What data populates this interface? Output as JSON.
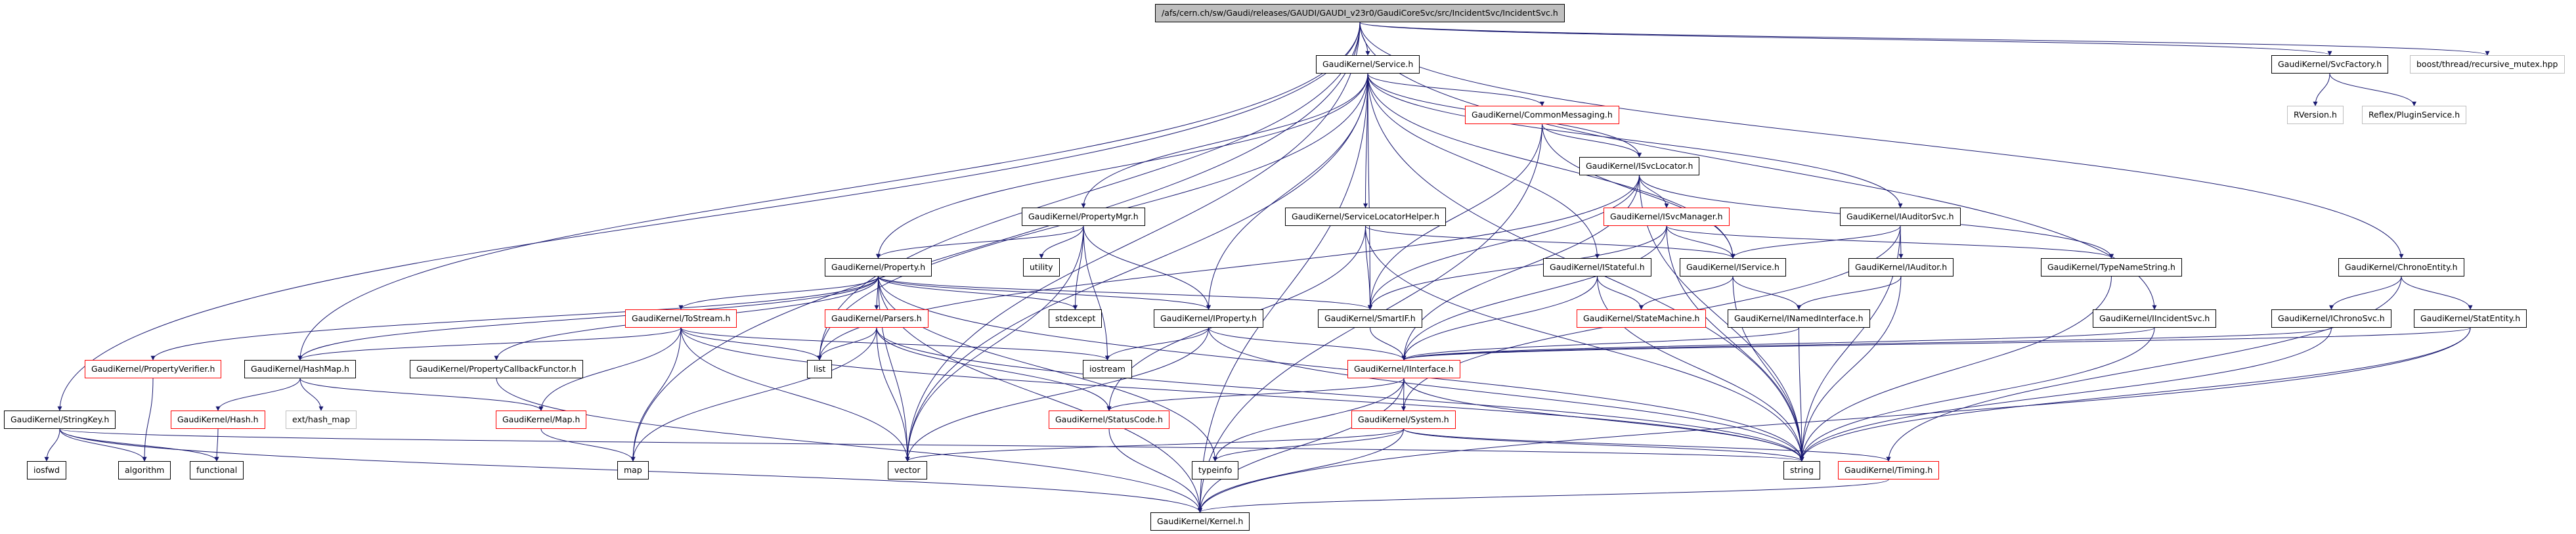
{
  "diagram": {
    "type": "include-dependency-graph",
    "edge_color": "#191970",
    "colors": {
      "root_fill": "#bfbfbf",
      "documented_border": "#000000",
      "truncated_border": "#ff0000",
      "external_border": "#bfbfbf"
    },
    "nodes": [
      {
        "id": "root",
        "label": "/afs/cern.ch/sw/Gaudi/releases/GAUDI/GAUDI_v23r0/GaudiCoreSvc/src/IncidentSvc/IncidentSvc.h",
        "kind": "root"
      },
      {
        "id": "service",
        "label": "GaudiKernel/Service.h",
        "kind": "normal"
      },
      {
        "id": "svcfactory",
        "label": "GaudiKernel/SvcFactory.h",
        "kind": "normal"
      },
      {
        "id": "recmutex",
        "label": "boost/thread/recursive_mutex.hpp",
        "kind": "external"
      },
      {
        "id": "rversion",
        "label": "RVersion.h",
        "kind": "external"
      },
      {
        "id": "pluginsvc",
        "label": "Reflex/PluginService.h",
        "kind": "external"
      },
      {
        "id": "commonmsg",
        "label": "GaudiKernel/CommonMessaging.h",
        "kind": "truncated"
      },
      {
        "id": "isvclocator",
        "label": "GaudiKernel/ISvcLocator.h",
        "kind": "normal"
      },
      {
        "id": "propertymgr",
        "label": "GaudiKernel/PropertyMgr.h",
        "kind": "normal"
      },
      {
        "id": "svclocatorhelper",
        "label": "GaudiKernel/ServiceLocatorHelper.h",
        "kind": "normal"
      },
      {
        "id": "isvcmanager",
        "label": "GaudiKernel/ISvcManager.h",
        "kind": "truncated"
      },
      {
        "id": "iauditorsvc",
        "label": "GaudiKernel/IAuditorSvc.h",
        "kind": "normal"
      },
      {
        "id": "utility",
        "label": "utility",
        "kind": "normal"
      },
      {
        "id": "property",
        "label": "GaudiKernel/Property.h",
        "kind": "normal"
      },
      {
        "id": "istateful",
        "label": "GaudiKernel/IStateful.h",
        "kind": "normal"
      },
      {
        "id": "iservice",
        "label": "GaudiKernel/IService.h",
        "kind": "normal"
      },
      {
        "id": "iauditor",
        "label": "GaudiKernel/IAuditor.h",
        "kind": "normal"
      },
      {
        "id": "typenamestring",
        "label": "GaudiKernel/TypeNameString.h",
        "kind": "normal"
      },
      {
        "id": "chronoentity",
        "label": "GaudiKernel/ChronoEntity.h",
        "kind": "normal"
      },
      {
        "id": "tostream",
        "label": "GaudiKernel/ToStream.h",
        "kind": "truncated"
      },
      {
        "id": "parsers",
        "label": "GaudiKernel/Parsers.h",
        "kind": "truncated"
      },
      {
        "id": "stdexcept",
        "label": "stdexcept",
        "kind": "normal"
      },
      {
        "id": "iproperty",
        "label": "GaudiKernel/IProperty.h",
        "kind": "normal"
      },
      {
        "id": "smartif",
        "label": "GaudiKernel/SmartIF.h",
        "kind": "normal"
      },
      {
        "id": "statemachine",
        "label": "GaudiKernel/StateMachine.h",
        "kind": "truncated"
      },
      {
        "id": "inamedinterface",
        "label": "GaudiKernel/INamedInterface.h",
        "kind": "normal"
      },
      {
        "id": "iincidentsvc",
        "label": "GaudiKernel/IIncidentSvc.h",
        "kind": "normal"
      },
      {
        "id": "ichronosvc",
        "label": "GaudiKernel/IChronoSvc.h",
        "kind": "normal"
      },
      {
        "id": "statentity",
        "label": "GaudiKernel/StatEntity.h",
        "kind": "normal"
      },
      {
        "id": "propverifier",
        "label": "GaudiKernel/PropertyVerifier.h",
        "kind": "truncated"
      },
      {
        "id": "hashmap",
        "label": "GaudiKernel/HashMap.h",
        "kind": "normal"
      },
      {
        "id": "extmap",
        "label": "ext/hash_map",
        "kind": "external"
      },
      {
        "id": "propcallback",
        "label": "GaudiKernel/PropertyCallbackFunctor.h",
        "kind": "normal"
      },
      {
        "id": "list",
        "label": "list",
        "kind": "normal"
      },
      {
        "id": "iostream",
        "label": "iostream",
        "kind": "normal"
      },
      {
        "id": "iinterface",
        "label": "GaudiKernel/IInterface.h",
        "kind": "truncated"
      },
      {
        "id": "stringkey",
        "label": "GaudiKernel/StringKey.h",
        "kind": "normal"
      },
      {
        "id": "hash",
        "label": "GaudiKernel/Hash.h",
        "kind": "truncated"
      },
      {
        "id": "map_h",
        "label": "GaudiKernel/Map.h",
        "kind": "truncated"
      },
      {
        "id": "statuscode",
        "label": "GaudiKernel/StatusCode.h",
        "kind": "truncated"
      },
      {
        "id": "system",
        "label": "GaudiKernel/System.h",
        "kind": "truncated"
      },
      {
        "id": "iosfwd",
        "label": "iosfwd",
        "kind": "normal"
      },
      {
        "id": "algorithm",
        "label": "algorithm",
        "kind": "normal"
      },
      {
        "id": "functional",
        "label": "functional",
        "kind": "normal"
      },
      {
        "id": "map",
        "label": "map",
        "kind": "normal"
      },
      {
        "id": "vector",
        "label": "vector",
        "kind": "normal"
      },
      {
        "id": "typeinfo",
        "label": "typeinfo",
        "kind": "normal"
      },
      {
        "id": "string",
        "label": "string",
        "kind": "normal"
      },
      {
        "id": "timing",
        "label": "GaudiKernel/Timing.h",
        "kind": "truncated"
      },
      {
        "id": "kernel",
        "label": "GaudiKernel/Kernel.h",
        "kind": "normal"
      }
    ],
    "edges": [
      [
        "root",
        "service"
      ],
      [
        "root",
        "svcfactory"
      ],
      [
        "root",
        "recmutex"
      ],
      [
        "root",
        "stringkey"
      ],
      [
        "root",
        "hashmap"
      ],
      [
        "root",
        "list"
      ],
      [
        "root",
        "map"
      ],
      [
        "root",
        "vector"
      ],
      [
        "root",
        "chronoentity"
      ],
      [
        "root",
        "iincidentsvc"
      ],
      [
        "svcfactory",
        "rversion"
      ],
      [
        "svcfactory",
        "pluginsvc"
      ],
      [
        "service",
        "commonmsg"
      ],
      [
        "service",
        "isvclocator"
      ],
      [
        "service",
        "propertymgr"
      ],
      [
        "service",
        "property"
      ],
      [
        "service",
        "svclocatorhelper"
      ],
      [
        "service",
        "iservice"
      ],
      [
        "service",
        "istateful"
      ],
      [
        "service",
        "iauditorsvc"
      ],
      [
        "service",
        "iproperty"
      ],
      [
        "service",
        "smartif"
      ],
      [
        "service",
        "kernel"
      ],
      [
        "service",
        "string"
      ],
      [
        "service",
        "vector"
      ],
      [
        "service",
        "list"
      ],
      [
        "commonmsg",
        "isvclocator"
      ],
      [
        "commonmsg",
        "smartif"
      ],
      [
        "commonmsg",
        "iservice"
      ],
      [
        "commonmsg",
        "kernel"
      ],
      [
        "isvclocator",
        "isvcmanager"
      ],
      [
        "isvclocator",
        "smartif"
      ],
      [
        "isvclocator",
        "iinterface"
      ],
      [
        "isvclocator",
        "list"
      ],
      [
        "isvclocator",
        "string"
      ],
      [
        "isvclocator",
        "typenamestring"
      ],
      [
        "propertymgr",
        "utility"
      ],
      [
        "propertymgr",
        "stdexcept"
      ],
      [
        "propertymgr",
        "iostream"
      ],
      [
        "propertymgr",
        "vector"
      ],
      [
        "propertymgr",
        "property"
      ],
      [
        "propertymgr",
        "iproperty"
      ],
      [
        "svclocatorhelper",
        "iservice"
      ],
      [
        "svclocatorhelper",
        "smartif"
      ],
      [
        "svclocatorhelper",
        "statuscode"
      ],
      [
        "svclocatorhelper",
        "string"
      ],
      [
        "isvcmanager",
        "iservice"
      ],
      [
        "isvcmanager",
        "smartif"
      ],
      [
        "isvcmanager",
        "typenamestring"
      ],
      [
        "isvcmanager",
        "iinterface"
      ],
      [
        "isvcmanager",
        "string"
      ],
      [
        "iauditorsvc",
        "iauditor"
      ],
      [
        "iauditorsvc",
        "iservice"
      ],
      [
        "iauditorsvc",
        "string"
      ],
      [
        "iauditorsvc",
        "system"
      ],
      [
        "property",
        "parsers"
      ],
      [
        "property",
        "tostream"
      ],
      [
        "property",
        "stdexcept"
      ],
      [
        "property",
        "smartif"
      ],
      [
        "property",
        "propverifier"
      ],
      [
        "property",
        "propcallback"
      ],
      [
        "property",
        "hashmap"
      ],
      [
        "property",
        "iproperty"
      ],
      [
        "property",
        "string"
      ],
      [
        "property",
        "typeinfo"
      ],
      [
        "property",
        "kernel"
      ],
      [
        "property",
        "vector"
      ],
      [
        "istateful",
        "statemachine"
      ],
      [
        "istateful",
        "iinterface"
      ],
      [
        "istateful",
        "string"
      ],
      [
        "iservice",
        "statemachine"
      ],
      [
        "iservice",
        "inamedinterface"
      ],
      [
        "iservice",
        "string"
      ],
      [
        "iauditor",
        "inamedinterface"
      ],
      [
        "iauditor",
        "string"
      ],
      [
        "typenamestring",
        "string"
      ],
      [
        "chronoentity",
        "ichronosvc"
      ],
      [
        "chronoentity",
        "statentity"
      ],
      [
        "chronoentity",
        "timing"
      ],
      [
        "tostream",
        "map_h"
      ],
      [
        "tostream",
        "map"
      ],
      [
        "tostream",
        "list"
      ],
      [
        "tostream",
        "vector"
      ],
      [
        "tostream",
        "string"
      ],
      [
        "tostream",
        "hashmap"
      ],
      [
        "tostream",
        "iostream"
      ],
      [
        "parsers",
        "list"
      ],
      [
        "parsers",
        "map"
      ],
      [
        "parsers",
        "vector"
      ],
      [
        "parsers",
        "string"
      ],
      [
        "parsers",
        "statuscode"
      ],
      [
        "iproperty",
        "iinterface"
      ],
      [
        "iproperty",
        "iostream"
      ],
      [
        "iproperty",
        "string"
      ],
      [
        "iproperty",
        "vector"
      ],
      [
        "smartif",
        "iinterface"
      ],
      [
        "inamedinterface",
        "iinterface"
      ],
      [
        "inamedinterface",
        "string"
      ],
      [
        "iincidentsvc",
        "iinterface"
      ],
      [
        "iincidentsvc",
        "string"
      ],
      [
        "ichronosvc",
        "iinterface"
      ],
      [
        "ichronosvc",
        "string"
      ],
      [
        "statentity",
        "iinterface"
      ],
      [
        "statentity",
        "string"
      ],
      [
        "statentity",
        "kernel"
      ],
      [
        "propverifier",
        "algorithm"
      ],
      [
        "hashmap",
        "hash"
      ],
      [
        "hashmap",
        "extmap"
      ],
      [
        "hashmap",
        "map_h"
      ],
      [
        "propcallback",
        "kernel"
      ],
      [
        "iinterface",
        "statuscode"
      ],
      [
        "iinterface",
        "system"
      ],
      [
        "iinterface",
        "kernel"
      ],
      [
        "iinterface",
        "typeinfo"
      ],
      [
        "iinterface",
        "string"
      ],
      [
        "stringkey",
        "iosfwd"
      ],
      [
        "stringkey",
        "algorithm"
      ],
      [
        "stringkey",
        "functional"
      ],
      [
        "stringkey",
        "string"
      ],
      [
        "stringkey",
        "kernel"
      ],
      [
        "hash",
        "functional"
      ],
      [
        "map_h",
        "map"
      ],
      [
        "statuscode",
        "kernel"
      ],
      [
        "system",
        "string"
      ],
      [
        "system",
        "vector"
      ],
      [
        "system",
        "typeinfo"
      ],
      [
        "system",
        "kernel"
      ],
      [
        "system",
        "timing"
      ],
      [
        "timing",
        "kernel"
      ]
    ]
  }
}
